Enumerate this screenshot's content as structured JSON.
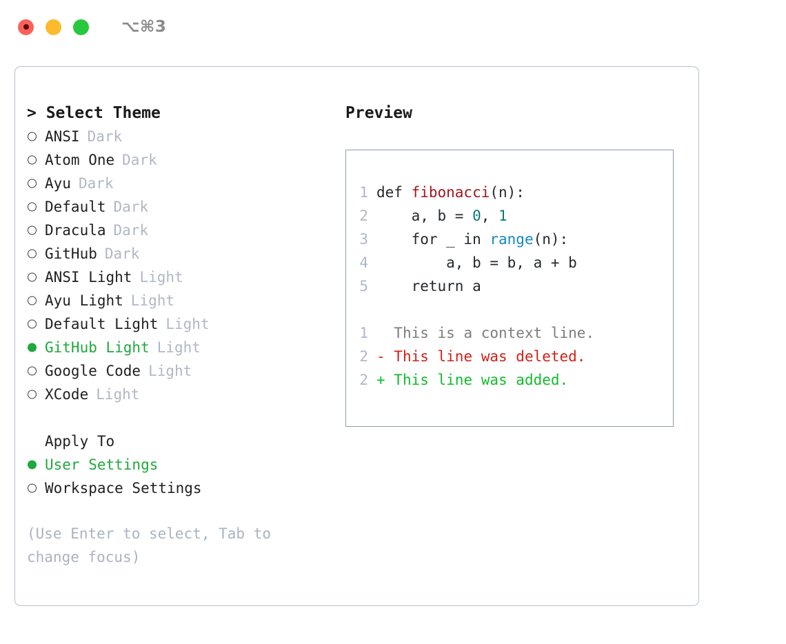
{
  "window": {
    "title": "⌥⌘3",
    "controls": [
      {
        "name": "close",
        "color": "#fb6159"
      },
      {
        "name": "minimize",
        "color": "#fcbb2e"
      },
      {
        "name": "zoom",
        "color": "#28c83e"
      }
    ]
  },
  "left": {
    "header_prefix": "> ",
    "header": "Select Theme",
    "themes": [
      {
        "label": "ANSI",
        "variant": "Dark",
        "selected": false
      },
      {
        "label": "Atom One",
        "variant": "Dark",
        "selected": false
      },
      {
        "label": "Ayu",
        "variant": "Dark",
        "selected": false
      },
      {
        "label": "Default",
        "variant": "Dark",
        "selected": false
      },
      {
        "label": "Dracula",
        "variant": "Dark",
        "selected": false
      },
      {
        "label": "GitHub",
        "variant": "Dark",
        "selected": false
      },
      {
        "label": "ANSI Light",
        "variant": "Light",
        "selected": false
      },
      {
        "label": "Ayu Light",
        "variant": "Light",
        "selected": false
      },
      {
        "label": "Default Light",
        "variant": "Light",
        "selected": false
      },
      {
        "label": "GitHub Light",
        "variant": "Light",
        "selected": true
      },
      {
        "label": "Google Code",
        "variant": "Light",
        "selected": false
      },
      {
        "label": "XCode",
        "variant": "Light",
        "selected": false
      }
    ],
    "apply_to_header": "Apply To",
    "apply_to": [
      {
        "label": "User Settings",
        "selected": true
      },
      {
        "label": "Workspace Settings",
        "selected": false
      }
    ],
    "hint": "(Use Enter to select, Tab to change focus)"
  },
  "preview": {
    "header": "Preview",
    "code_lines": [
      {
        "no": "1",
        "segments": [
          {
            "text": "def ",
            "tok": "plain"
          },
          {
            "text": "fibonacci",
            "tok": "fn"
          },
          {
            "text": "(n):",
            "tok": "plain"
          }
        ]
      },
      {
        "no": "2",
        "segments": [
          {
            "text": "    a, b = ",
            "tok": "plain"
          },
          {
            "text": "0",
            "tok": "num"
          },
          {
            "text": ", ",
            "tok": "plain"
          },
          {
            "text": "1",
            "tok": "num"
          }
        ]
      },
      {
        "no": "3",
        "segments": [
          {
            "text": "    for _ in ",
            "tok": "plain"
          },
          {
            "text": "range",
            "tok": "bi"
          },
          {
            "text": "(n):",
            "tok": "plain"
          }
        ]
      },
      {
        "no": "4",
        "segments": [
          {
            "text": "        a, b = b, a + b",
            "tok": "plain"
          }
        ]
      },
      {
        "no": "5",
        "segments": [
          {
            "text": "    return a",
            "tok": "plain"
          }
        ]
      }
    ],
    "diff_lines": [
      {
        "no": "1",
        "mark": "  ",
        "text": "This is a context line.",
        "kind": "ctx"
      },
      {
        "no": "2",
        "mark": "- ",
        "text": "This line was deleted.",
        "kind": "del"
      },
      {
        "no": "2",
        "mark": "+ ",
        "text": "This line was added.",
        "kind": "add"
      }
    ]
  },
  "colors": {
    "selected_green": "#1fa83c",
    "variant_gray": "#b0b8c4",
    "hint_gray": "#aab3c0",
    "fn_red": "#a3161b",
    "num_teal": "#0d7a71",
    "builtin_blue": "#1288c4",
    "diff_add": "#12bb2d",
    "diff_del": "#cf2118",
    "diff_ctx": "#7d7d7d",
    "dialog_border": "#b9c0cc",
    "preview_border": "#8e9aad"
  }
}
